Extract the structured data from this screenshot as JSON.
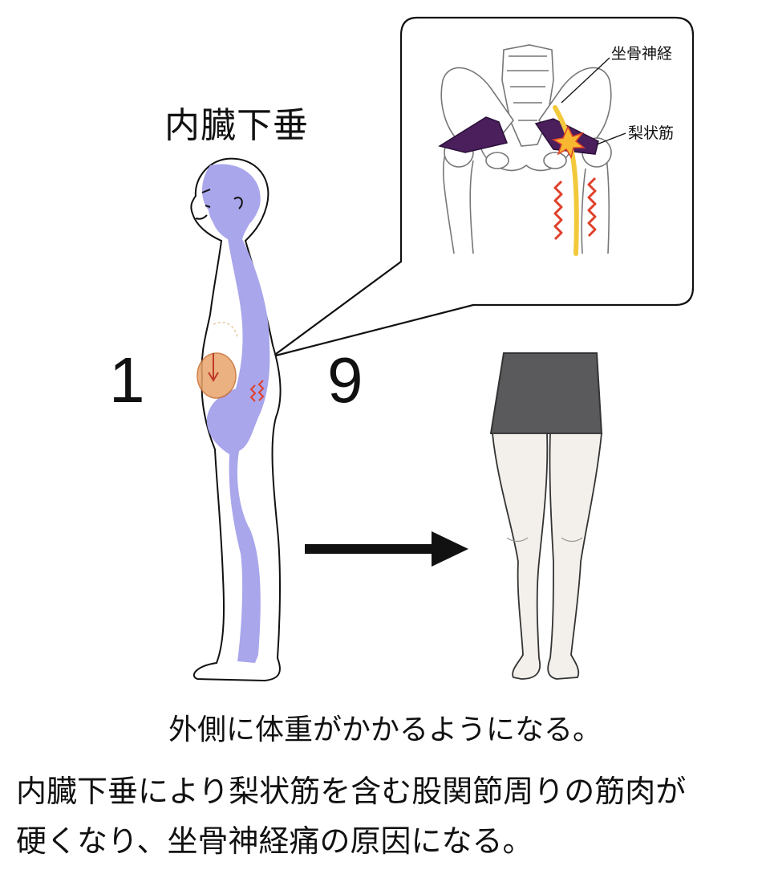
{
  "title": "内臓下垂",
  "numbers": {
    "left": "1",
    "right": "9"
  },
  "callout_labels": {
    "sciatic_nerve": "坐骨神経",
    "piriformis": "梨状筋"
  },
  "caption_1": "外側に体重がかかるようになる。",
  "caption_2_line_1": "内臓下垂により梨状筋を含む股関節周りの筋肉が",
  "caption_2_line_2": "硬くなり、坐骨神経痛の原因になる。",
  "colors": {
    "spine": "#a9a6ec",
    "organ": "#e8a46a",
    "pain": "#e0402a",
    "nerve": "#f3c93c",
    "muscle": "#4a1f5c",
    "skirt": "#5a5a5c",
    "skin": "#f3efea"
  },
  "icons": [
    "arrow-right-icon",
    "pain-zigzag-icon",
    "burst-icon"
  ]
}
